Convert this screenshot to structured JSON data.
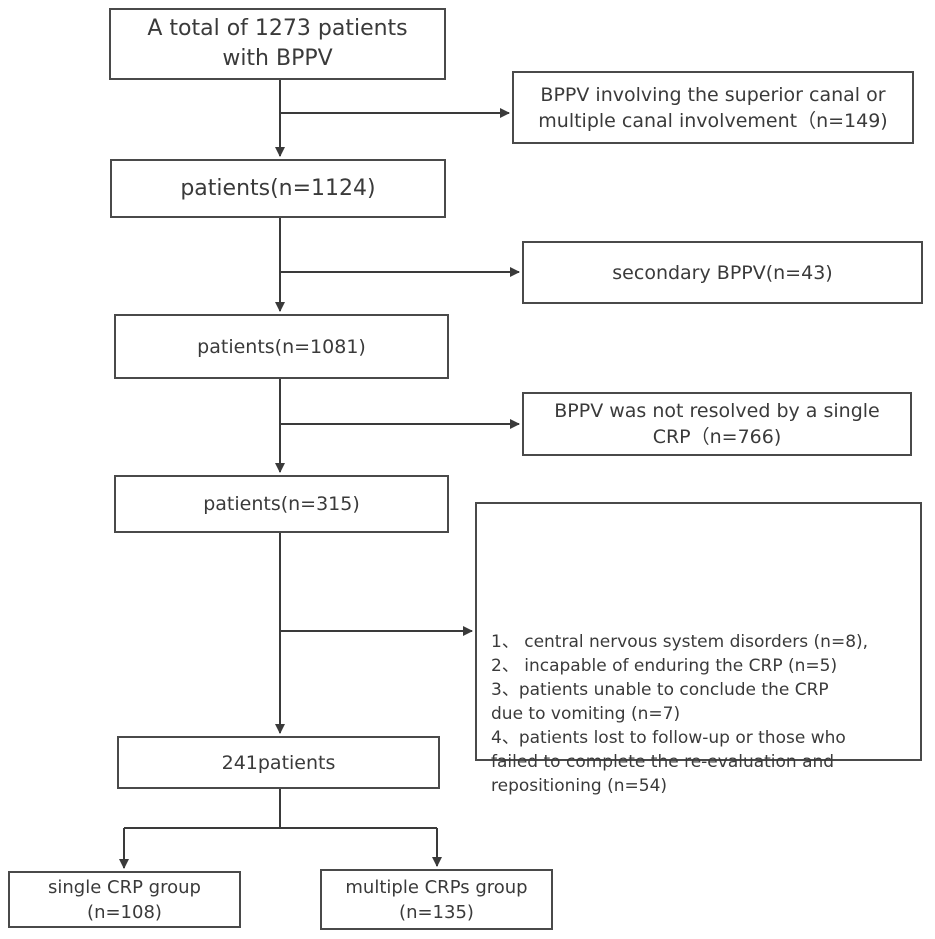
{
  "boxes": {
    "total": [
      "A total of 1273 patients",
      "with BPPV"
    ],
    "n1124": "patients(n=1124)",
    "n1081": "patients(n=1081)",
    "n315": "patients(n=315)",
    "n241": "241patients",
    "single": [
      "single CRP group",
      "(n=108)"
    ],
    "multiple": [
      "multiple CRPs group",
      "(n=135)"
    ]
  },
  "exclusions": {
    "superior": [
      "BPPV involving the superior canal or",
      "multiple canal involvement（n=149)"
    ],
    "secondary": "secondary BPPV(n=43)",
    "not_resolved": [
      "BPPV was not resolved by a single",
      "CRP（n=766)"
    ],
    "other": [
      "1、 central nervous system disorders (n=8),",
      "2、 incapable of enduring the CRP (n=5)",
      "3、patients unable to conclude the CRP",
      "due to vomiting (n=7)",
      "4、patients lost to follow-up or those who",
      "failed to complete the re-evaluation and",
      "repositioning (n=54)"
    ]
  }
}
